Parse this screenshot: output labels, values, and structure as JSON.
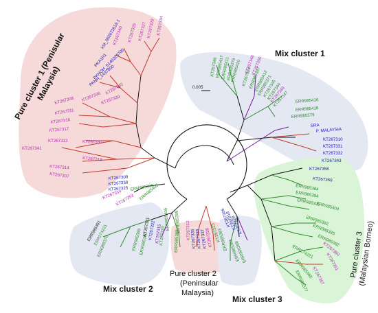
{
  "colors": {
    "pink_bg": "#f6d9d9",
    "blue_bg": "#e4e8f2",
    "green_bg": "#d9f4d6",
    "pink_label": "#b02fb0",
    "blue_label": "#1a1ab8",
    "green_label": "#2e8a2e",
    "black_label": "#222222",
    "branch_black": "#111111",
    "branch_red": "#c0392b",
    "branch_green": "#2e8a2e",
    "branch_purple": "#7a1aa0"
  },
  "clusters": {
    "pure1": {
      "line1": "Pure cluster 1 (Penisular",
      "line2": "Malaysia)"
    },
    "mix1": {
      "line1": "Mix cluster 1"
    },
    "pure3": {
      "line1": "Pure cluster 3",
      "line2": "(Malaysian Borneo)"
    },
    "mix2": {
      "line1": "Mix cluster 2"
    },
    "pure2": {
      "line1": "Pure cluster 2",
      "line2": "(Peninsular",
      "line3": "Malaysia)"
    },
    "mix3": {
      "line1": "Mix cluster 3"
    }
  },
  "scale_label": "0.005",
  "tips": {
    "pure1": [
      "KT267334",
      "KT267329",
      "KT267327",
      "KT267326",
      "KT267340",
      "XM_002672619.1",
      "PKA1H1",
      "PKNOH_S140326700",
      "PKNH_1437800",
      "KT267342",
      "KT267336",
      "KT267339",
      "KT267308",
      "KT267311",
      "KT267316",
      "KT267317",
      "KT267313",
      "KT267330",
      "KT267341",
      "KT267319",
      "KT267314",
      "KT267307"
    ],
    "mix1": [
      "KT267346",
      "ERR985417",
      "ERR985411",
      "ERR985378",
      "ERR985410",
      "KT267348",
      "KT267350",
      "KT267324",
      "ERR985387",
      "ERR985412",
      "ERR985371",
      "KT267345",
      "KT267344",
      "KT267349",
      "KT267347",
      "ERR985416",
      "ERR985418",
      "ERR985379",
      "SRA",
      "P. MALAYSIA",
      "KT267310",
      "KT267331",
      "KT267332",
      "KT267343"
    ],
    "pure3": [
      "KT267358",
      "KT267359",
      "ERR985384",
      "ERR985394",
      "ERR985395",
      "ERR985404",
      "ERR985392",
      "ERR985385",
      "ERR985382",
      "KT267360",
      "ERR274221",
      "KT267351",
      "ERR985368",
      "KT267357",
      "ERR985377"
    ],
    "mix2": [
      "ERR985381",
      "ERR274221",
      "ERR985376",
      "ERR985389",
      "ERR985380",
      "KT267321",
      "KT267322",
      "KT267315",
      "KT267333"
    ],
    "pure2": [
      "ERR985365",
      "KT267312",
      "KT267335",
      "KT267338",
      "KT267337",
      "KT267328",
      "ERR985405",
      "ERR985398"
    ],
    "mix3": [
      "KT267306",
      "KT267318",
      "KT267320",
      "ERR985383",
      "KT267323",
      "ERR985383",
      "ERR985388"
    ],
    "center": [
      "KT267309",
      "KT267338",
      "KT267325",
      "ERR985396",
      "KT267354",
      "KT267353",
      "ERR985403"
    ]
  }
}
